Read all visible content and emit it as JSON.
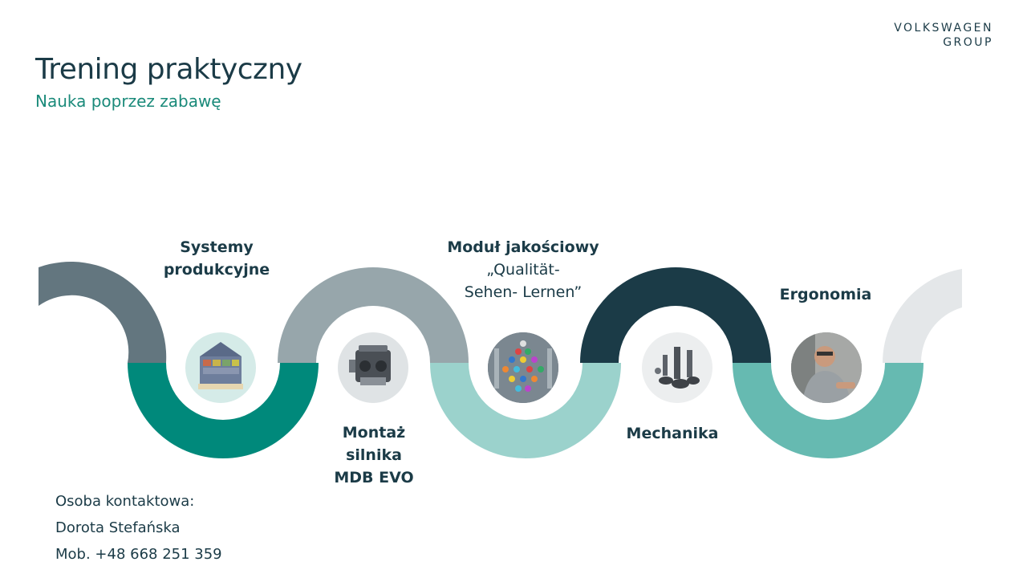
{
  "logo": {
    "line1": "VOLKSWAGEN",
    "line2": "GROUP"
  },
  "title": "Trening praktyczny",
  "subtitle": "Nauka poprzez zabawę",
  "colors": {
    "slate": "#63767f",
    "teal_dark": "#00897b",
    "gray_blue": "#97a6ab",
    "mint": "#9bd2cc",
    "petrol": "#1b3b47",
    "teal_mid": "#66bab1",
    "light_gray": "#e4e7e9",
    "text": "#1b3b47",
    "accent": "#1a8a7a"
  },
  "stages": [
    {
      "label_line1": "Systemy",
      "label_line2": "produkcyjne",
      "image": "production-system-diagram"
    },
    {
      "label_line1": "Montaż",
      "label_line2": "silnika",
      "label_line3": "MDB EVO",
      "image": "engine"
    },
    {
      "label_line1": "Moduł jakościowy",
      "label_line2": "„Qualität-",
      "label_line3": "Sehen- Lernen”",
      "image": "quality-board"
    },
    {
      "label_line1": "Mechanika",
      "image": "mechanical-parts"
    },
    {
      "label_line1": "Ergonomia",
      "image": "worker"
    }
  ],
  "contact": {
    "heading": "Osoba kontaktowa:",
    "name": "Dorota Stefańska",
    "phone": "Mob. +48 668 251 359"
  }
}
